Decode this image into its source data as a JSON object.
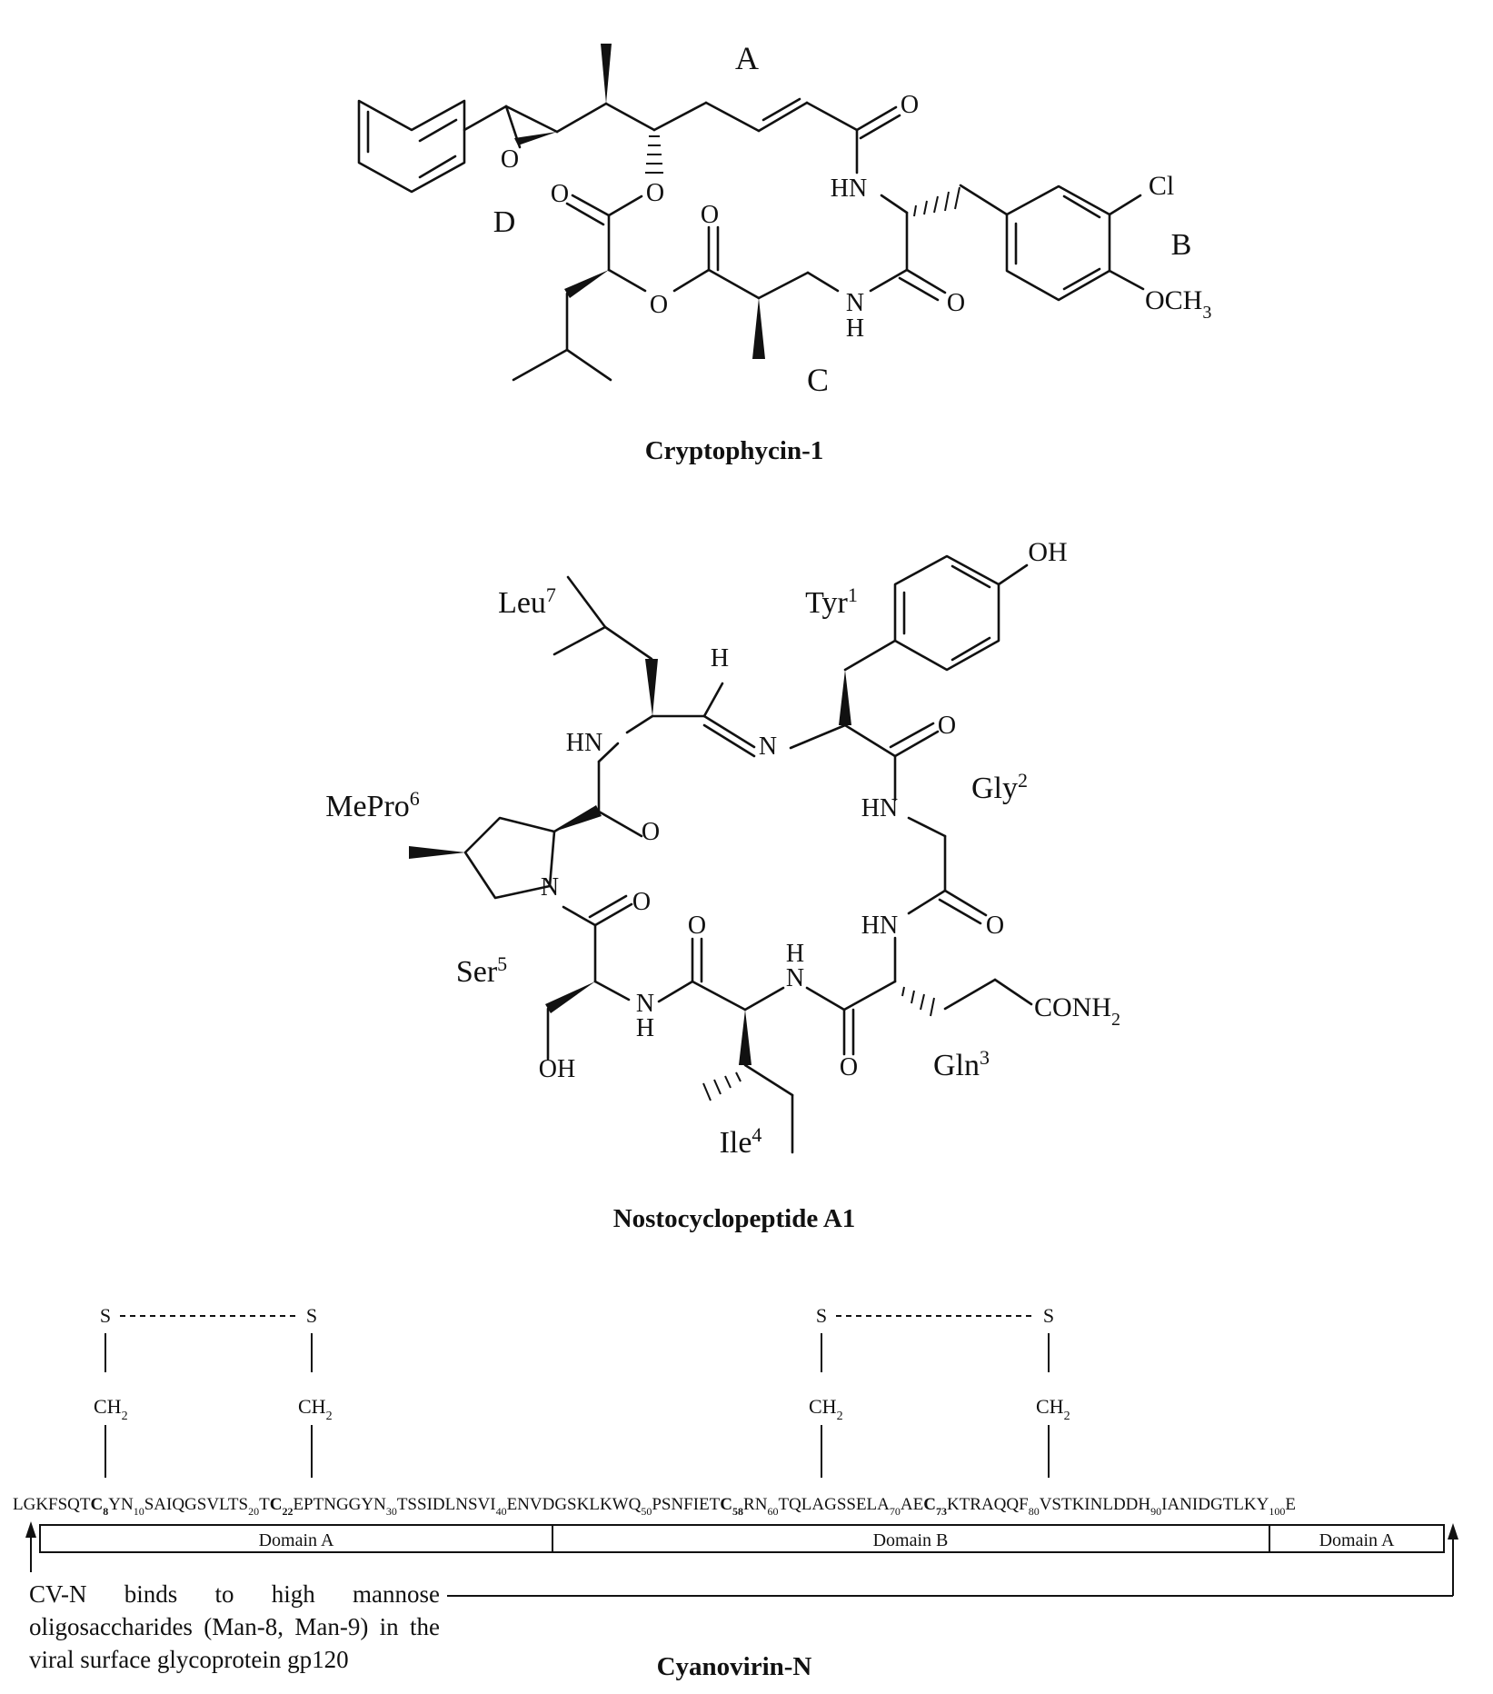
{
  "cryptophycin": {
    "title": "Cryptophycin-1",
    "units": {
      "a": "A",
      "b": "B",
      "c": "C",
      "d": "D"
    },
    "atoms": {
      "o_epoxide": "O",
      "o_ester_top": "O",
      "o_carbonyl_left": "O",
      "o_ring_left": "O",
      "o_carbonyl_mid": "O",
      "o_carbonyl_top": "O",
      "hn": "HN",
      "nh_n": "N",
      "nh_h": "H",
      "o_amide": "O",
      "cl": "Cl",
      "och3": "OCH",
      "och3_sub": "3"
    }
  },
  "nostocyclopeptide": {
    "title": "Nostocyclopeptide A1",
    "residues": {
      "leu": "Leu",
      "leu_sup": "7",
      "tyr": "Tyr",
      "tyr_sup": "1",
      "gly": "Gly",
      "gly_sup": "2",
      "mepro": "MePro",
      "mepro_sup": "6",
      "ser": "Ser",
      "ser_sup": "5",
      "gln": "Gln",
      "gln_sup": "3",
      "ile": "Ile",
      "ile_sup": "4"
    },
    "atoms": {
      "oh_top": "OH",
      "h_imine": "H",
      "n_imine": "N",
      "hn_leu": "HN",
      "hn_gly": "HN",
      "hn_gln": "HN",
      "n_pro": "N",
      "o_pro": "O",
      "o_ser": "O",
      "o_tyr": "O",
      "o_gly": "O",
      "o_ile": "O",
      "o_gln": "O",
      "oh_ser": "OH",
      "nh_ser_n": "N",
      "nh_ser_h": "H",
      "nh_ile_h": "H",
      "nh_ile_n": "N",
      "conh2": "CONH",
      "conh2_sub": "2"
    }
  },
  "cyanovirin": {
    "title": "Cyanovirin-N",
    "sulfur": "S",
    "ch2": "CH",
    "ch2_sub": "2",
    "sequence": [
      {
        "t": "LGKFSQT"
      },
      {
        "t": "C",
        "b": 1
      },
      {
        "s": "8",
        "b": 1
      },
      {
        "t": "YN"
      },
      {
        "s": "10"
      },
      {
        "t": "SAIQGSVLTS"
      },
      {
        "s": "20"
      },
      {
        "t": "T"
      },
      {
        "t": "C",
        "b": 1
      },
      {
        "s": "22",
        "b": 1
      },
      {
        "t": "EPTNGGYN"
      },
      {
        "s": "30"
      },
      {
        "t": "TSSIDLNSVI"
      },
      {
        "s": "40"
      },
      {
        "t": "ENVDGSKLKWQ"
      },
      {
        "s": "50"
      },
      {
        "t": "PSNFIET"
      },
      {
        "t": "C",
        "b": 1
      },
      {
        "s": "58",
        "b": 1
      },
      {
        "t": "RN"
      },
      {
        "s": "60"
      },
      {
        "t": "TQLAGSSELA"
      },
      {
        "s": "70"
      },
      {
        "t": "AE"
      },
      {
        "t": "C",
        "b": 1
      },
      {
        "s": "73",
        "b": 1
      },
      {
        "t": "KTRAQQF"
      },
      {
        "s": "80"
      },
      {
        "t": "VSTKINLDDH"
      },
      {
        "s": "90"
      },
      {
        "t": "IANIDGTLKY"
      },
      {
        "s": "100"
      },
      {
        "t": "E"
      }
    ],
    "domains": [
      "Domain A",
      "Domain B",
      "Domain A"
    ],
    "note": "CV-N binds to high mannose oligosaccharides (Man-8, Man-9) in the viral surface glycoprotein gp120"
  }
}
